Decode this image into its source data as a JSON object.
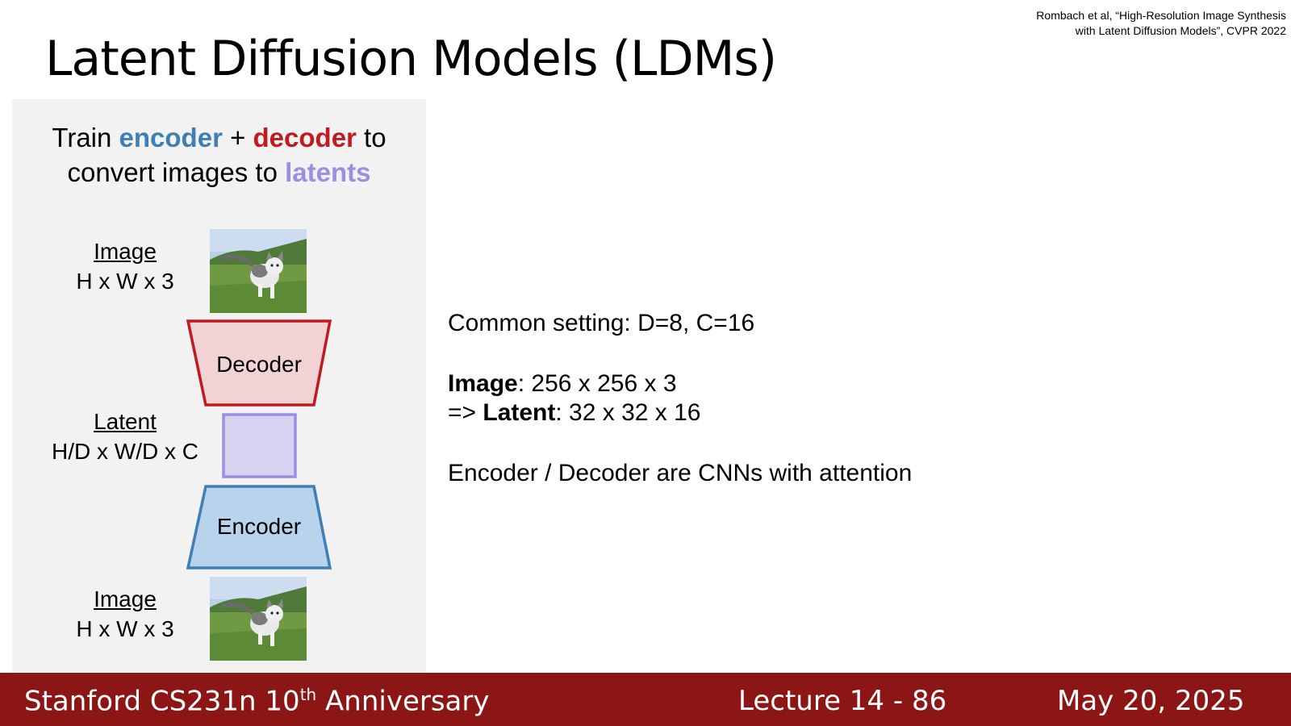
{
  "citation": {
    "line1": "Rombach et al, “High-Resolution Image Synthesis",
    "line2": "with Latent Diffusion Models”, CVPR 2022"
  },
  "title": "Latent Diffusion Models (LDMs)",
  "panel": {
    "headline": {
      "part1": "Train ",
      "encoder": "encoder",
      "plus": " + ",
      "decoder": "decoder",
      "part2": " to",
      "line2": "convert images to ",
      "latents": "latents"
    },
    "top_image": {
      "title": "Image",
      "shape": "H x W x 3"
    },
    "latent": {
      "title": "Latent",
      "shape": "H/D x W/D x C"
    },
    "bottom_image": {
      "title": "Image",
      "shape": "H x W x 3"
    },
    "decoder_label": "Decoder",
    "encoder_label": "Encoder"
  },
  "info": {
    "common": "Common setting: D=8, C=16",
    "image_bold": "Image",
    "image_rest": ": 256 x 256 x 3",
    "latent_prefix": "=> ",
    "latent_bold": "Latent",
    "latent_rest": ": 32 x 32 x 16",
    "arch": "Encoder / Decoder are CNNs with attention"
  },
  "footer": {
    "course_pre": "Stanford CS231n 10",
    "course_sup": "th",
    "course_post": " Anniversary",
    "lecture": "Lecture 14 -  86",
    "date": "May 20, 2025"
  },
  "colors": {
    "encoder": "#3f7fb5",
    "decoder": "#c01a22",
    "latent": "#9a8fe0",
    "footer_bg": "#8c1515",
    "panel_bg": "#f2f2f2"
  },
  "icons": {
    "photo": "kitten-photo"
  }
}
